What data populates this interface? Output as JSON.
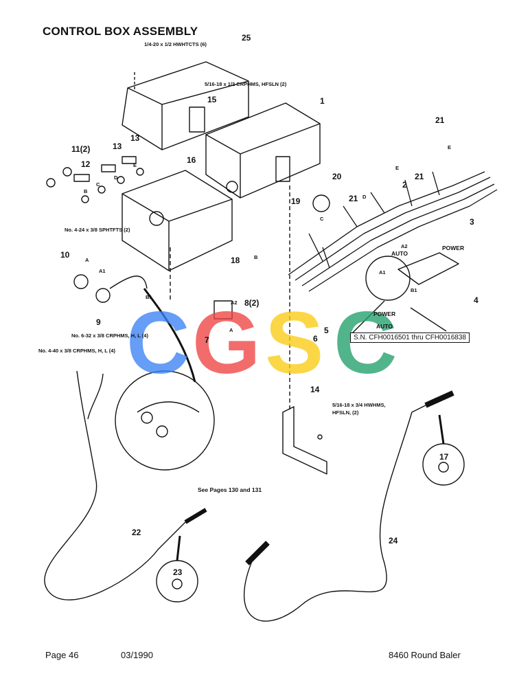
{
  "title": "CONTROL BOX ASSEMBLY",
  "fastener_labels": {
    "hwhtcts": "1/4-20 x 1/2 HWHTCTS (6)",
    "crphms_hfsln": "5/16-18 x 1/2 CRPHMS, HFSLN (2)",
    "sphtfts": "No. 4-24 x 3/8 SPHTFTS (2)",
    "crphms_632": "No. 6-32 x 3/8 CRPHMS, H, L (4)",
    "crphms_440": "No. 4-40 x 3/8 CRPHMS, H, L (4)",
    "hwhms": "5/16-18 x 3/4 HWHMS, HFSLN, (2)"
  },
  "callouts": [
    "25",
    "1",
    "15",
    "21",
    "21",
    "21",
    "20",
    "2",
    "3",
    "19",
    "18",
    "16",
    "13",
    "13",
    "12",
    "11(2)",
    "10",
    "9",
    "7",
    "8(2)",
    "6",
    "5",
    "4",
    "14",
    "17",
    "22",
    "23",
    "24"
  ],
  "small_letters": [
    "A",
    "A1",
    "B1",
    "A2",
    "A",
    "B",
    "C",
    "D",
    "E",
    "B",
    "C",
    "D",
    "E",
    "E",
    "A1",
    "A2",
    "B1"
  ],
  "annotations": {
    "power_1": "POWER",
    "auto_1": "AUTO",
    "power_2": "POWER",
    "auto_2": "AUTO",
    "serial": "S.N. CFH0016501 thru CFH0016838",
    "see_pages": "See Pages 130 and 131"
  },
  "watermark": {
    "letters": [
      "C",
      "G",
      "S",
      "C"
    ],
    "colors": [
      "#3b82f6",
      "#ef4444",
      "#facc15",
      "#22a06b"
    ]
  },
  "footer": {
    "page": "Page 46",
    "date": "03/1990",
    "product": "8460 Round Baler"
  }
}
